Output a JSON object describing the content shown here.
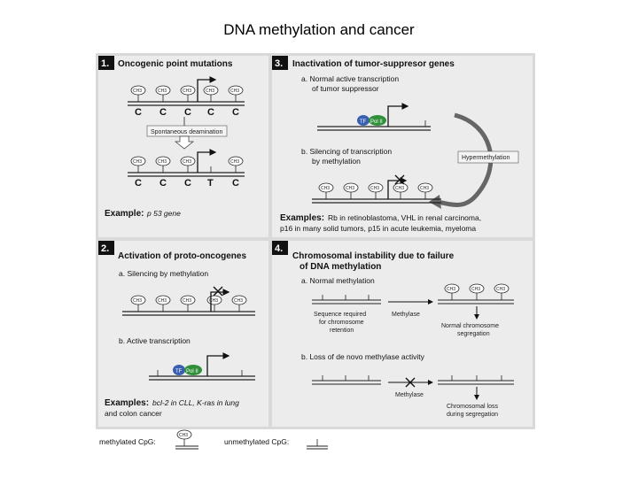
{
  "title": "DNA methylation and cancer",
  "panel1": {
    "number": "1.",
    "heading": "Oncogenic point mutations",
    "ch3": "CH3",
    "bases_top": [
      "C",
      "C",
      "C",
      "C",
      "C"
    ],
    "bases_bottom": [
      "C",
      "C",
      "C",
      "T",
      "C"
    ],
    "deamination": "Spontaneous deamination",
    "example_label": "Example:",
    "example_text": "p 53 gene"
  },
  "panel2": {
    "number": "2.",
    "heading": "Activation of proto-oncogenes",
    "a": "a. Silencing by methylation",
    "b": "b. Active transcription",
    "tf": "TF",
    "pol": "Pol II",
    "examples_label": "Examples:",
    "examples_line1": "bcl-2 in CLL, K-ras in lung",
    "examples_line2": "and colon cancer"
  },
  "panel3": {
    "number": "3.",
    "heading": "Inactivation of tumor-suppresor genes",
    "a1": "a. Normal active transcription",
    "a2": "of tumor suppressor",
    "b1": "b. Silencing of transcription",
    "b2": "by methylation",
    "hyper": "Hypermethylation",
    "tf": "TF",
    "pol": "Pol II",
    "examples_label": "Examples:",
    "examples_line1": "Rb in retinoblastoma, VHL in renal carcinoma,",
    "examples_line2": "p16 in many solid tumors, p15 in acute leukemia, myeloma"
  },
  "panel4": {
    "number": "4.",
    "heading1": "Chromosomal instability due to failure",
    "heading2": "of DNA methylation",
    "a": "a. Normal methylation",
    "seq1": "Sequence required",
    "seq2": "for chromosome",
    "seq3": "retention",
    "methylase": "Methylase",
    "normal1": "Normal chromosome",
    "normal2": "segregation",
    "b": "b. Loss of de novo methylase activity",
    "methylase_b": "Methylase",
    "loss1": "Chromosomal loss",
    "loss2": "during segregation"
  },
  "legend": {
    "methylated": "methylated CpG:",
    "unmethylated": "unmethylated CpG:"
  }
}
